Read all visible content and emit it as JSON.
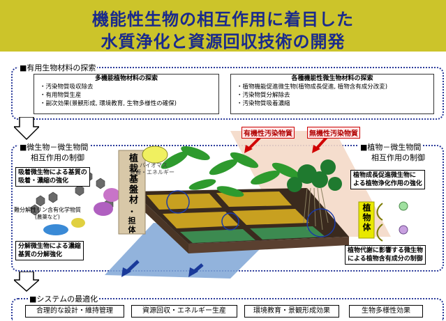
{
  "title": {
    "line1": "機能性生物の相互作用に着目した",
    "line2": "水質浄化と資源回収技術の開発"
  },
  "materials": {
    "label": "■有用生物材料の探索",
    "plant_panel": {
      "header": "多機能植物材料の探索",
      "items": [
        "・汚染物質吸収除去",
        "・有用物質生産",
        "・副次効果(景観形成, 環境教育, 生物多様性の確保)"
      ]
    },
    "microbe_panel": {
      "header": "各種機能性微生物材料の探索",
      "items": [
        "・植物機能促進微生物(植物成長促進, 植物含有成分改変)",
        "・汚染物質分解除去",
        "・汚染物質吸着濃縮"
      ]
    }
  },
  "microbe_interaction": {
    "label_line1": "■微生物－微生物間",
    "label_line2": "相互作用の制御",
    "adsorption_box": [
      "吸着微生物による基質の",
      "吸着・濃縮の強化"
    ],
    "compound_label": "難分解性リン含有化学物質",
    "compound_sub": "(農薬など)",
    "degradation_box": [
      "分解微生物による濃縮",
      "基質の分解強化"
    ],
    "carrier_label": "植栽基盤材",
    "carrier_sub": "・担体"
  },
  "plant_interaction": {
    "label_line1": "■植物－微生物間",
    "label_line2": "相互作用の制御",
    "growth_box": [
      "植物成長促進微生物に",
      "よる植物浄化作用の強化"
    ],
    "plant_body": "植物体",
    "metabolism_box": [
      "植物代謝に影響する微生物",
      "による植物含有成分の制御"
    ]
  },
  "diagram": {
    "organic_pollutant": "有機性汚染物質",
    "inorganic_pollutant": "無機性汚染物質",
    "biomass_line1": "バイオマス",
    "biomass_line2": "資源・エネルギー"
  },
  "optimization": {
    "label": "■システムの最適化",
    "items": [
      "合理的な設計・維持管理",
      "資源回収・エネルギー生産",
      "環境教育・景観形成効果",
      "生物多様性効果"
    ]
  },
  "colors": {
    "title_bg": "#ccc42a",
    "title_text": "#1a2a8c",
    "dotted_border": "#2a3a9a",
    "pollutant_red": "#b00000",
    "carrier_pillar": "#d8c8a8",
    "plant_body_yellow": "#e8e800"
  }
}
